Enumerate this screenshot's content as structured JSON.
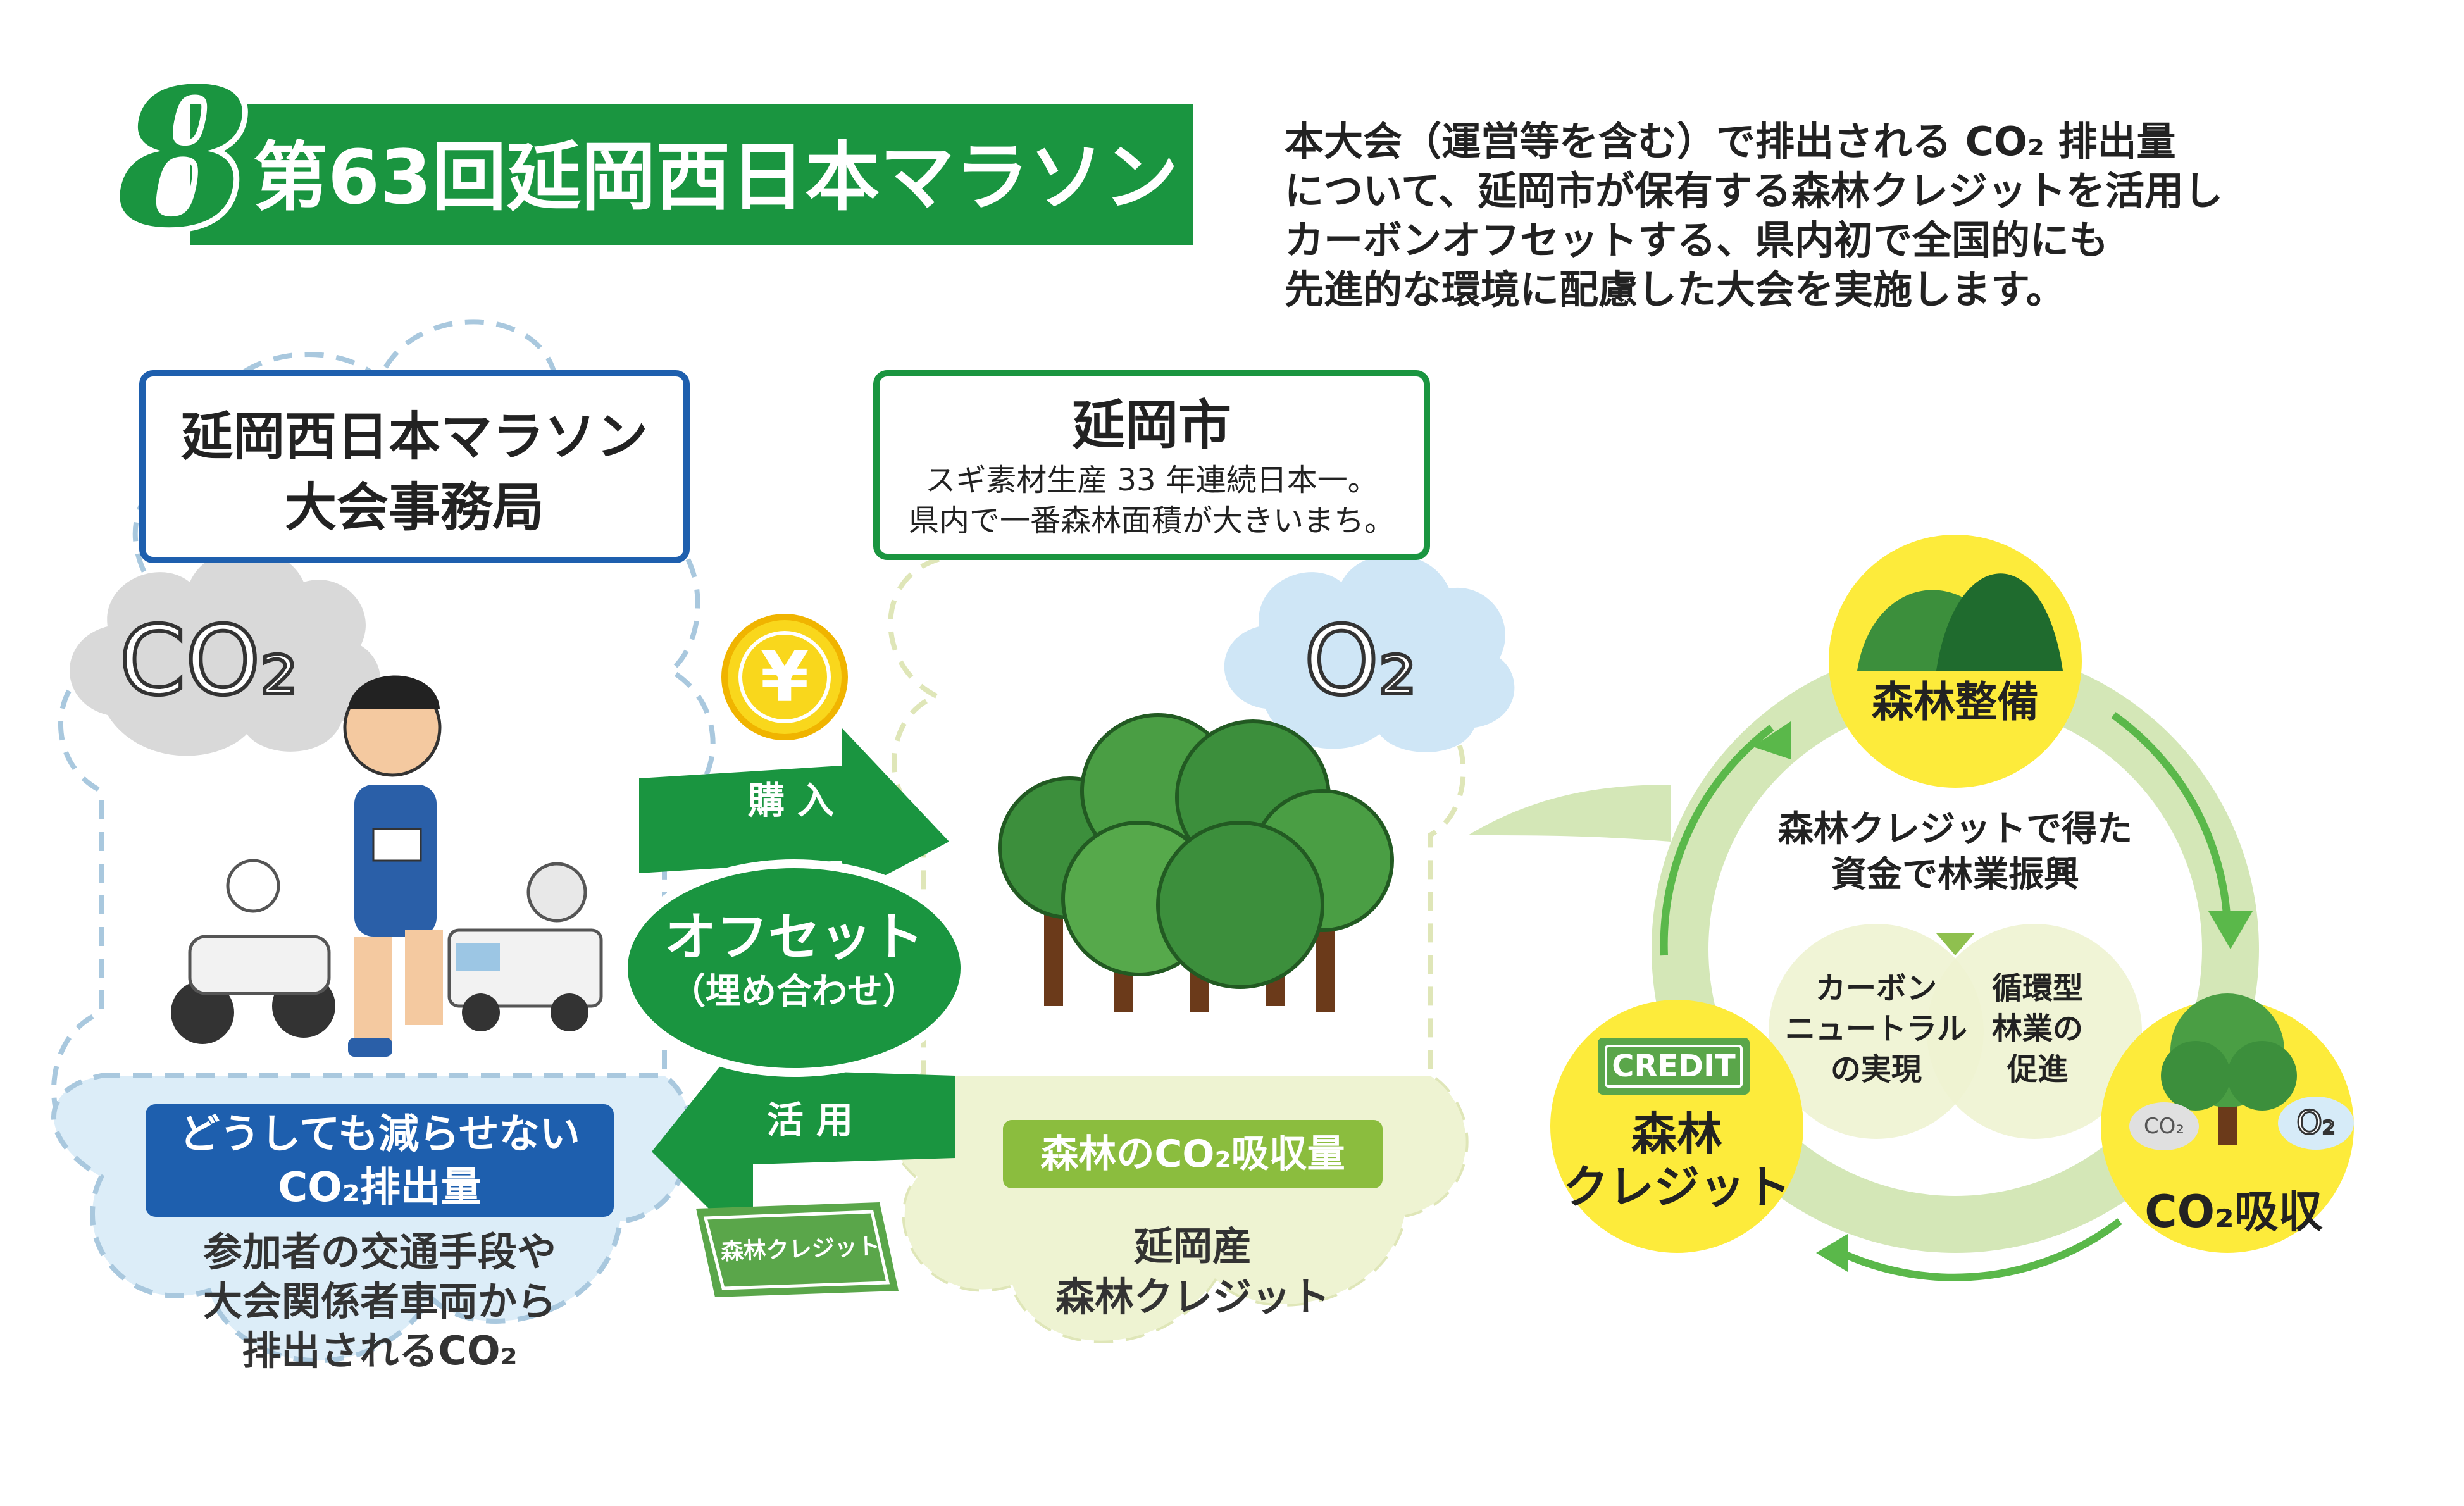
{
  "header": {
    "number": "8",
    "title": "第63回延岡西日本マラソン",
    "description_lines": [
      "本大会（運営等を含む）で排出される CO₂ 排出量",
      "について、延岡市が保有する森林クレジットを活用し",
      "カーボンオフセットする、県内初で全国的にも",
      "先進的な環境に配慮した大会を実施します。"
    ]
  },
  "left_box": {
    "lines": [
      "延岡西日本マラソン",
      "大会事務局"
    ]
  },
  "right_box": {
    "title": "延岡市",
    "lines": [
      "スギ素材生産 33 年連続日本一。",
      "県内で一番森林面積が大きいまち。"
    ]
  },
  "left_cloud": {
    "gas_label": "CO₂",
    "badge_lines": [
      "どうしても減らせない",
      "CO₂排出量"
    ],
    "text_lines": [
      "参加者の交通手段や",
      "大会関係者車両から",
      "排出されるCO₂"
    ]
  },
  "right_cloud": {
    "gas_label": "O₂",
    "badge": "森林のCO₂吸収量",
    "text_lines": [
      "延岡産",
      "森林クレジット"
    ]
  },
  "center": {
    "yen_symbol": "¥",
    "purchase_label": "購 入",
    "use_label": "活 用",
    "offset_title": "オフセット",
    "offset_sub": "（埋め合わせ）",
    "credit_ticket": "森林クレジット"
  },
  "cycle": {
    "top_label": "森林整備",
    "right_label": "CO₂吸収",
    "left_label_lines": [
      "森林",
      "クレジット"
    ],
    "credit_tag": "CREDIT",
    "small_co2": "CO₂",
    "small_o2": "O₂",
    "center_lines": [
      "森林クレジットで得た",
      "資金で林業振興"
    ],
    "venn_left_lines": [
      "カーボン",
      "ニュートラル",
      "の実現"
    ],
    "venn_right_lines": [
      "循環型",
      "林業の",
      "促進"
    ]
  },
  "colors": {
    "green": "#1a9540",
    "blue": "#1e5fae",
    "yellow": "#fdeb3b",
    "light_blue": "#dcedf8",
    "light_green": "#eef3d2",
    "ring_green": "#d4e7b7"
  }
}
